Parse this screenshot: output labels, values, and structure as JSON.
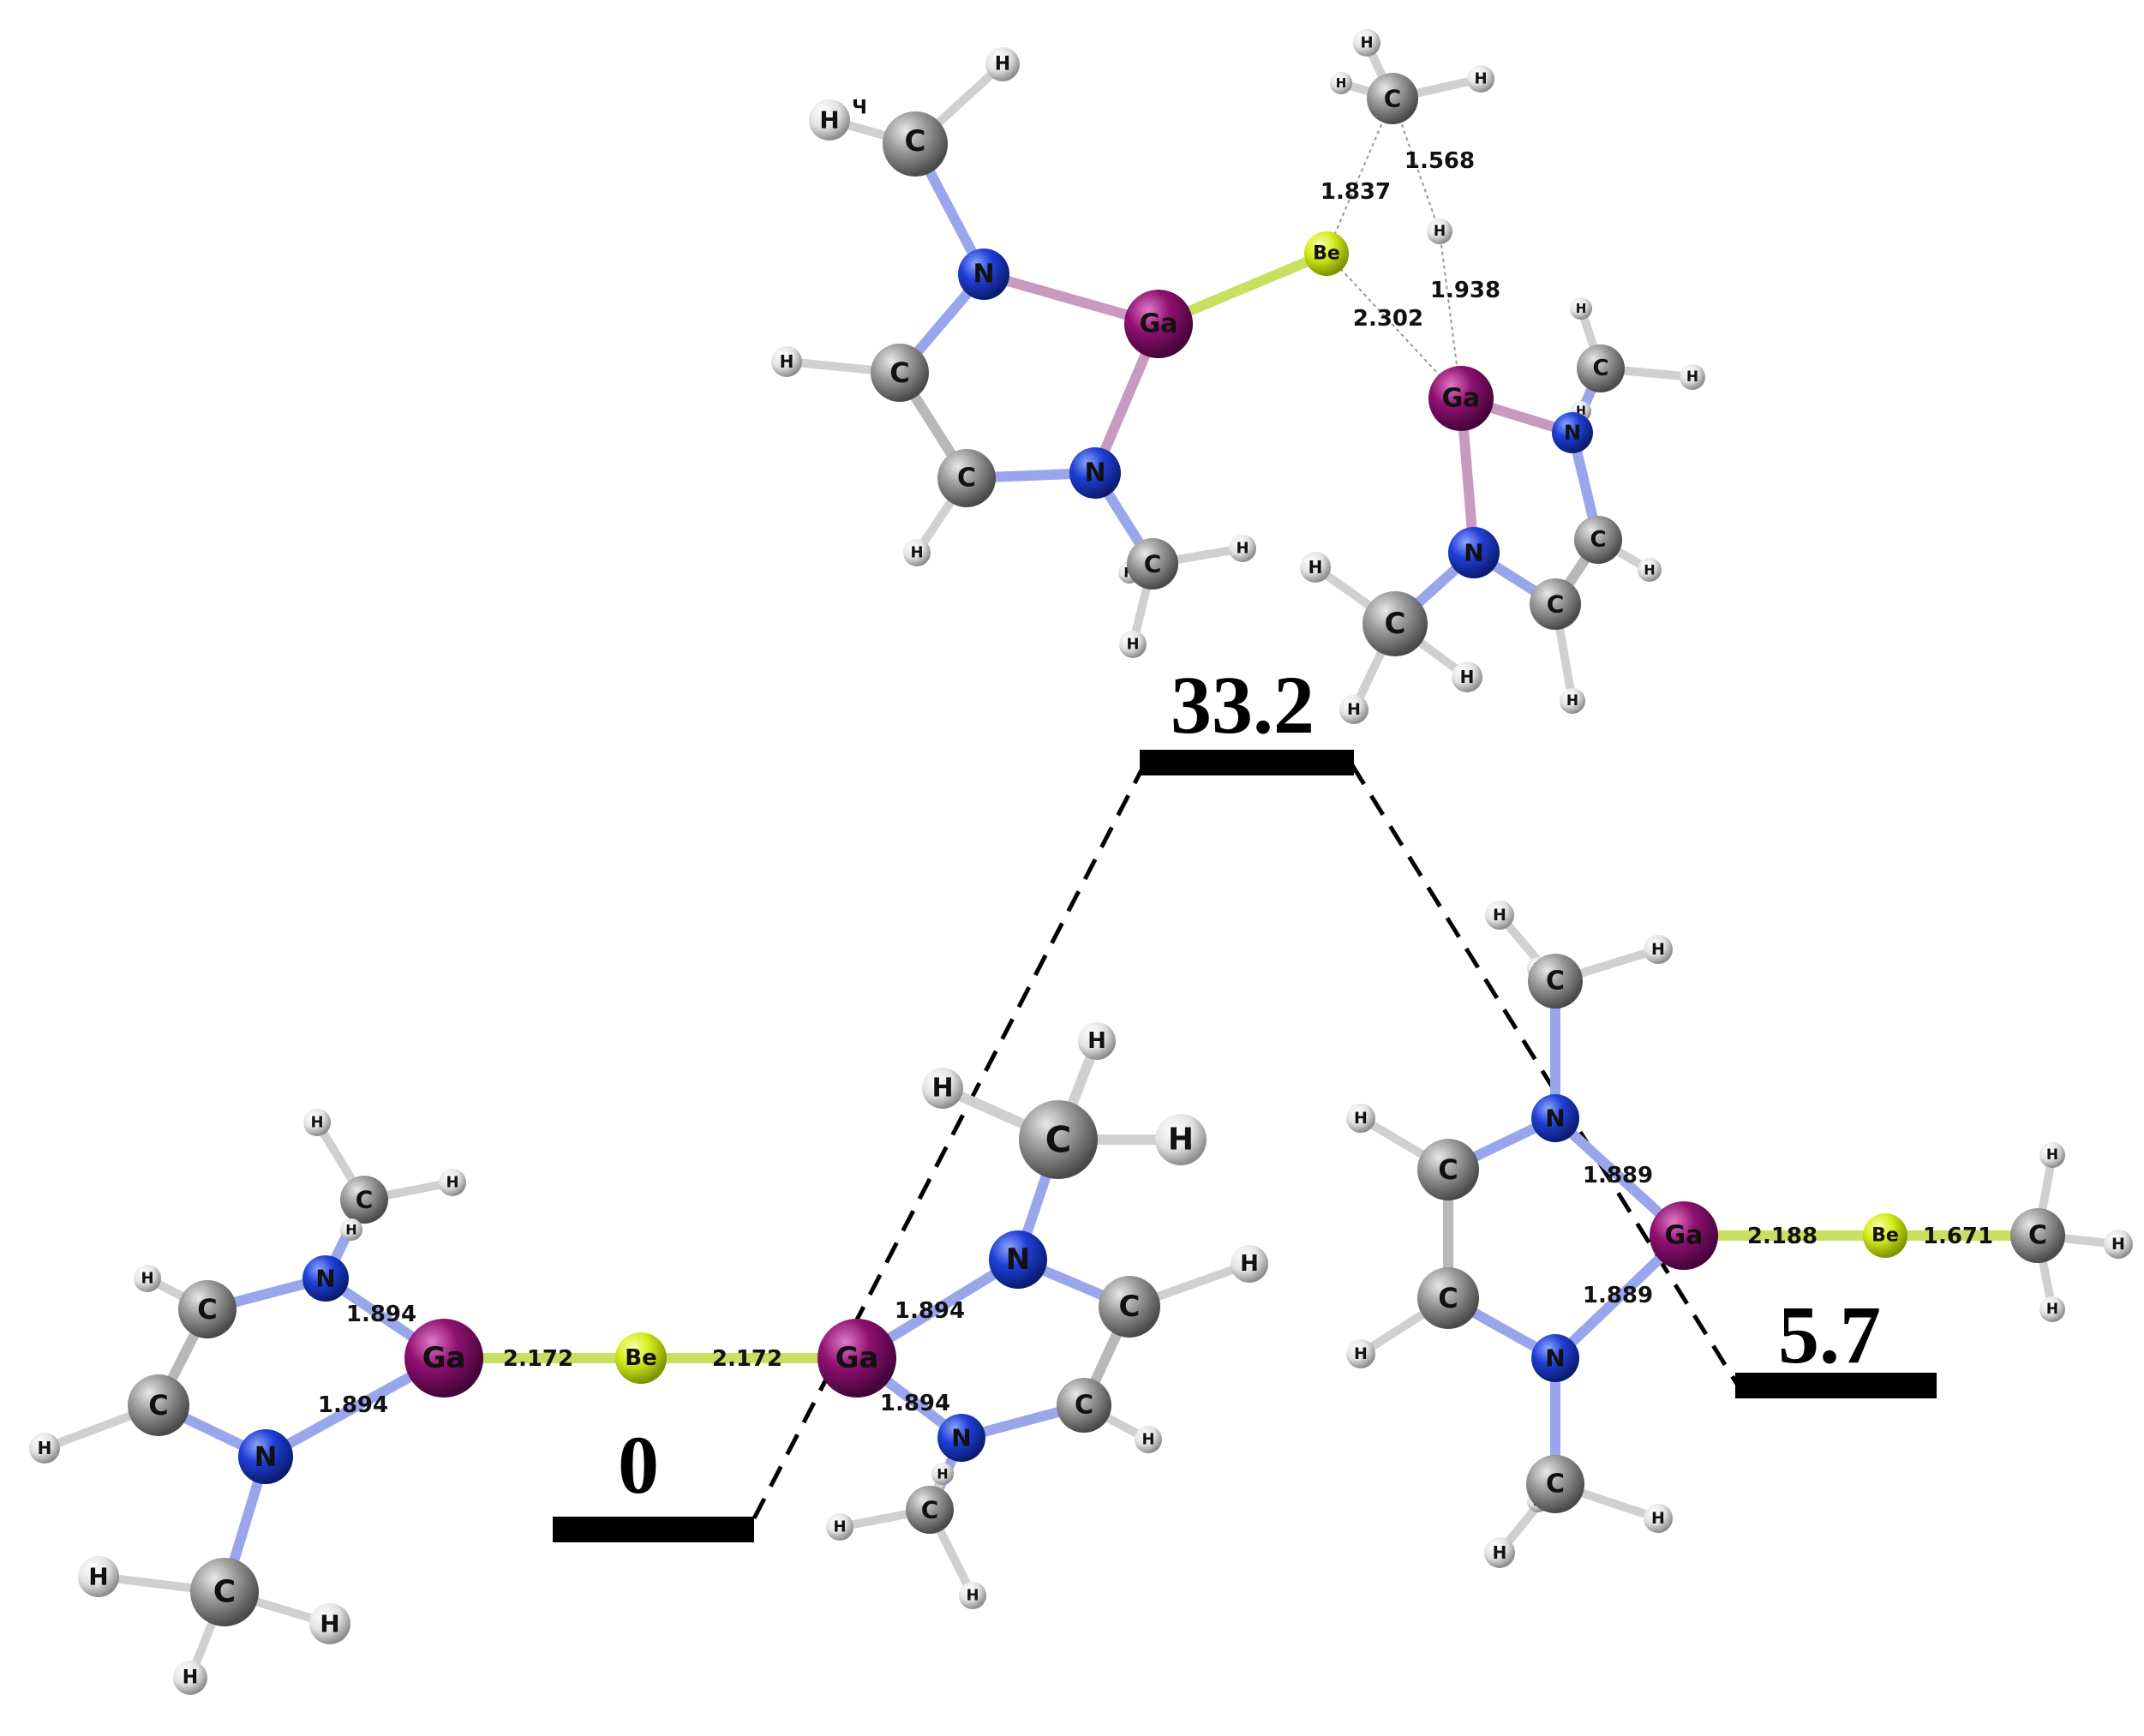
{
  "energy_levels": [
    {
      "id": "reactant",
      "energy": 0,
      "label": "0"
    },
    {
      "id": "ts",
      "energy": 33.2,
      "label": "33.2"
    },
    {
      "id": "product",
      "energy": 5.7,
      "label": "5.7"
    }
  ],
  "bond_labels": {
    "reactant": [
      "1.894",
      "1.894",
      "2.172",
      "2.172",
      "1.894",
      "1.894"
    ],
    "ts": [
      "1.837",
      "1.568",
      "1.938",
      "2.302"
    ],
    "product": [
      "1.889",
      "1.889",
      "2.188",
      "1.671"
    ]
  },
  "atom_labels": {
    "C": "C",
    "H": "H",
    "N": "N",
    "Ga": "Ga",
    "Be": "Be",
    "H_partial": "Ч"
  },
  "colors": {
    "C": "#8a8a8a",
    "H": "#e6e6e6",
    "N": "#1f3fd6",
    "Ga": "#8e1070",
    "Be": "#c9e81a",
    "level": "#000000"
  }
}
